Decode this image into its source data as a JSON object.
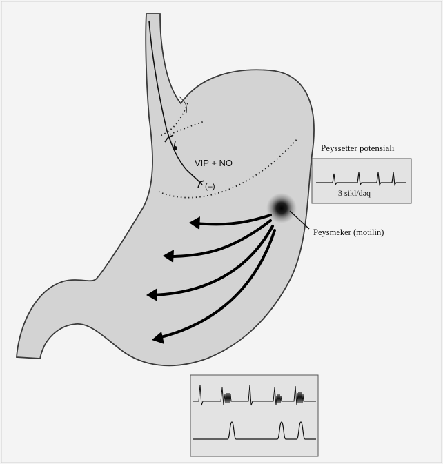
{
  "labels": {
    "vip_no": "VIP + NO",
    "inhibit": "(–)",
    "pacesetter_title": "Peyssetter potensialı",
    "rate": "3 sikl/dəq",
    "pacemaker": "Peysmeker (motilin)"
  },
  "colors": {
    "background": "#f4f4f4",
    "stomach_fill": "#d3d3d3",
    "outline": "#3a3a3a",
    "nerve": "#111111",
    "arrow": "#000000",
    "panel_fill": "#e3e3e3"
  },
  "icons": {
    "pacemaker_spot": "radial-dark-spot",
    "peristalsis_arrows": "curved-arrow-left",
    "nerve_terminal": "synapse-fork"
  }
}
